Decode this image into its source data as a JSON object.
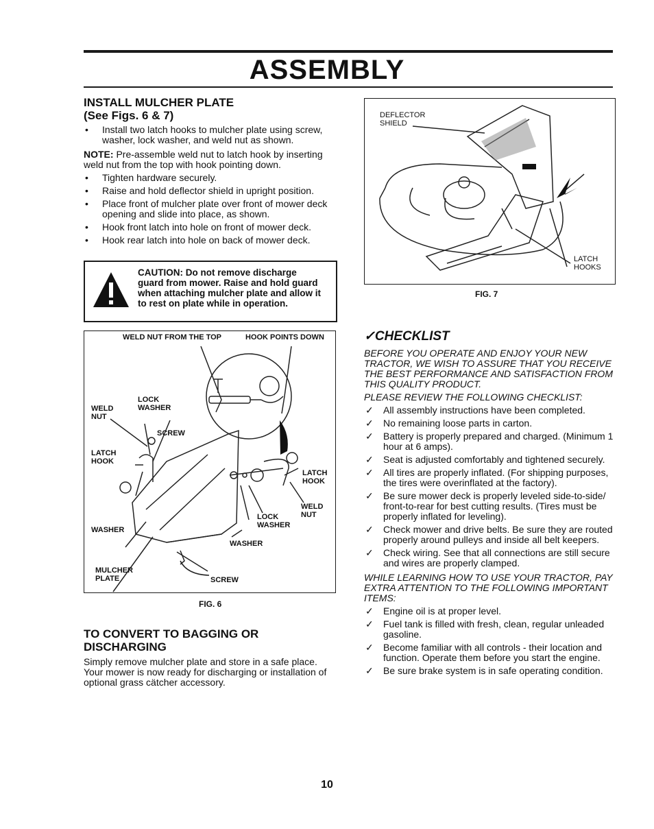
{
  "page": {
    "title": "ASSEMBLY",
    "page_number": "10"
  },
  "mulcher": {
    "heading": "INSTALL MULCHER PLATE",
    "subheading": "(See Figs. 6 & 7)",
    "bullet_1": "Install two latch hooks to mulcher plate using screw, washer, lock washer, and weld nut as shown.",
    "note_label": "NOTE:",
    "note_text": " Pre-assemble weld nut to latch hook by inserting weld nut from the top with hook pointing down.",
    "bullets": [
      "Tighten hardware securely.",
      "Raise and hold deflector shield in upright position.",
      "Place front of mulcher plate over front of mower deck opening and slide into place, as shown.",
      "Hook front latch into hole on front of mower deck.",
      "Hook rear latch into hole on back of mower deck."
    ],
    "bullet_mark": "•"
  },
  "caution": {
    "text": "CAUTION: Do not remove discharge guard from mower. Raise and hold guard when attaching mulcher plate and allow it to rest on plate while in operation.",
    "icon": "warning-triangle-icon"
  },
  "fig6": {
    "caption": "FIG. 6",
    "labels": {
      "weld_nut_top": "WELD NUT FROM THE TOP",
      "hook_points_down": "HOOK POINTS DOWN",
      "lock_washer_left": "LOCK\nWASHER",
      "weld_nut_left": "WELD\nNUT",
      "screw_top": "SCREW",
      "latch_hook_left": "LATCH\nHOOK",
      "latch_hook_right": "LATCH\nHOOK",
      "weld_nut_right": "WELD\nNUT",
      "lock_washer_right": "LOCK\nWASHER",
      "washer_left": "WASHER",
      "washer_mid": "WASHER",
      "mulcher_plate": "MULCHER\nPLATE",
      "screw_bottom": "SCREW"
    }
  },
  "fig7": {
    "caption": "FIG. 7",
    "labels": {
      "deflector_shield": "DEFLECTOR\nSHIELD",
      "latch_hooks": "LATCH\nHOOKS"
    }
  },
  "convert": {
    "heading": "TO CONVERT TO BAGGING OR DISCHARGING",
    "text": "Simply remove mulcher plate and store in a safe place. Your mower is now ready for discharging or installation of optional grass cätcher accessory."
  },
  "checklist": {
    "heading": "✓CHECKLIST",
    "intro": "BEFORE YOU OPERATE AND ENJOY YOUR NEW TRACTOR, WE WISH TO ASSURE THAT YOU RECEIVE THE BEST PERFORMANCE AND SATISFACTION FROM THIS QUALITY PRODUCT.",
    "review": "PLEASE REVIEW THE FOLLOWING CHECKLIST:",
    "mark": "✓",
    "items": [
      "All assembly instructions have been completed.",
      "No remaining loose parts in carton.",
      "Battery is properly prepared and charged. (Minimum 1 hour at 6 amps).",
      "Seat is adjusted comfortably and tightened securely.",
      "All tires are properly inflated. (For shipping purposes, the tires were overinflated at the factory).",
      "Be sure mower deck is properly leveled side-to-side/ front-to-rear for best cutting results. (Tires must be properly inflated for leveling).",
      "Check mower and drive belts. Be sure they are routed properly around pulleys and inside all belt keepers.",
      "Check wiring. See that all connections are still secure and wires are properly clamped."
    ],
    "while": "WHILE LEARNING HOW TO USE YOUR TRACTOR, PAY EXTRA ATTENTION TO THE FOLLOWING IMPORTANT ITEMS:",
    "items2": [
      "Engine oil is at proper level.",
      "Fuel tank is filled with fresh, clean, regular unleaded gasoline.",
      "Become familiar with all controls - their location and function. Operate them before you start the engine.",
      "Be sure brake system is in safe operating condition."
    ]
  }
}
